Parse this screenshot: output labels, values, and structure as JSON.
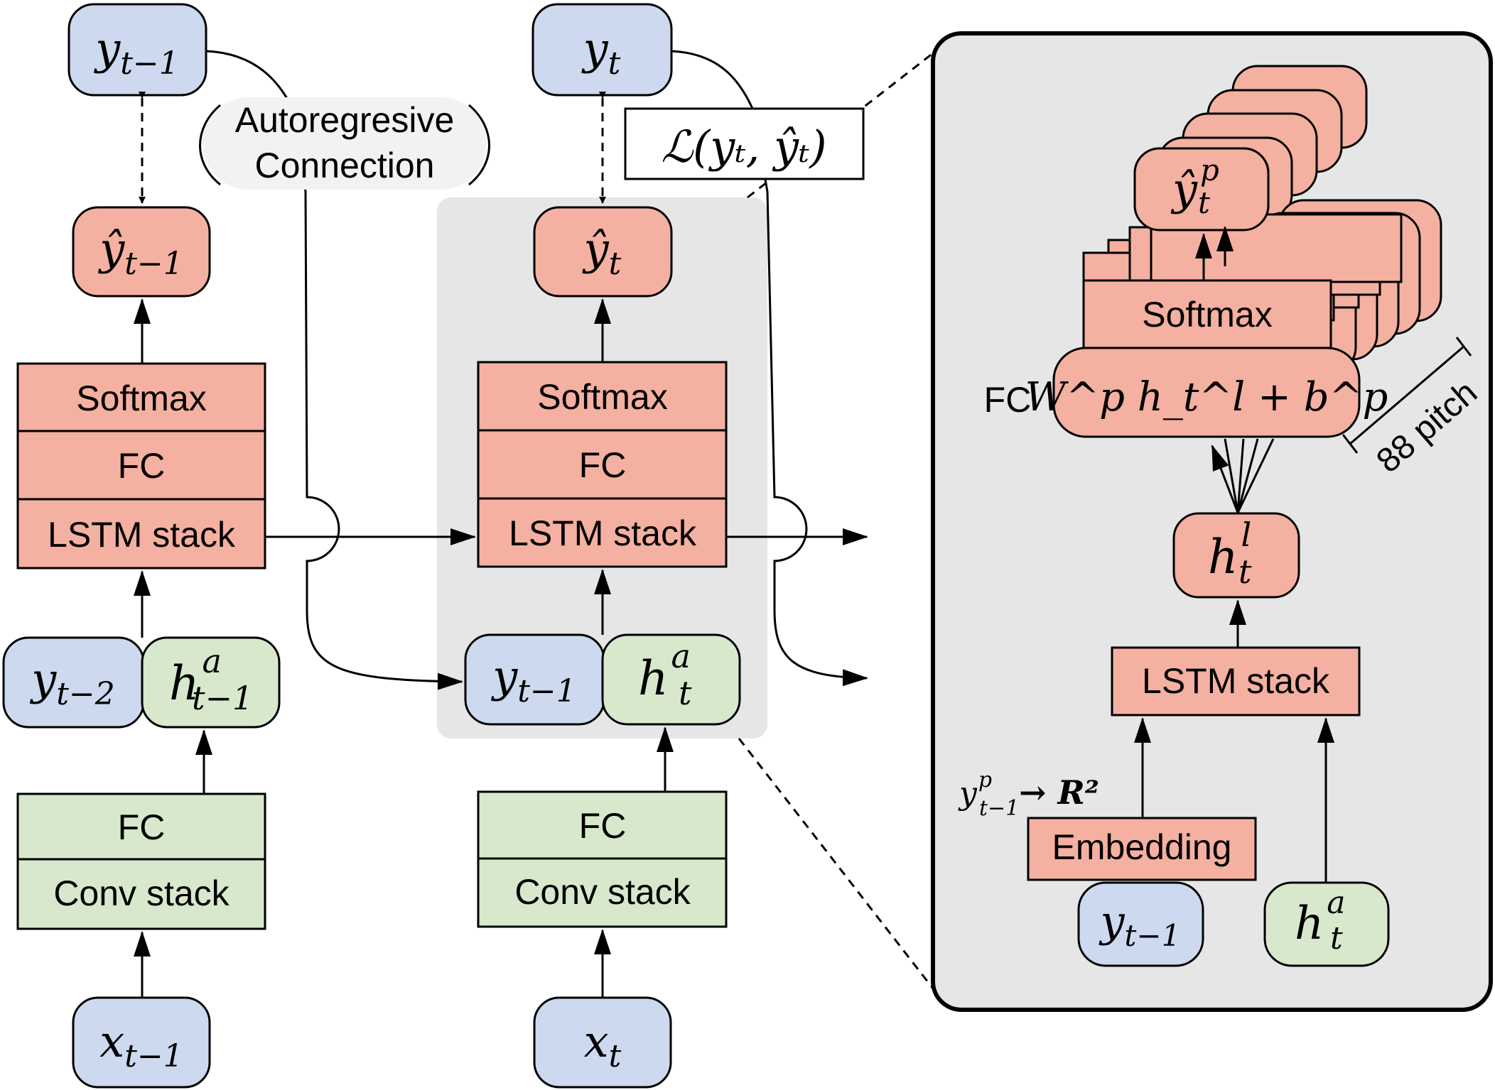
{
  "labels": {
    "autoregressive": [
      "Autoregresive",
      "Connection"
    ],
    "softmax": "Softmax",
    "fc": "FC",
    "lstm": "LSTM stack",
    "conv": "Conv stack",
    "embedding": "Embedding",
    "pitch": "88 pitch",
    "loss": "ℒ(yₜ, ŷₜ)",
    "fc_formula": "W^p h_t^l + b^p",
    "embed_map": "→ R²"
  },
  "math": {
    "y_prev": "y",
    "y_prev_sub": "t−1",
    "y_t": "y",
    "y_t_sub": "t",
    "yhat_prev": "ŷ",
    "yhat_prev_sub": "t−1",
    "yhat_t": "ŷ",
    "yhat_t_sub": "t",
    "y_prev2": "y",
    "y_prev2_sub": "t−2",
    "h_a_prev": "h",
    "h_a_prev_sup": "a",
    "h_a_prev_sub": "t−1",
    "h_a": "h",
    "h_a_sup": "a",
    "h_a_sub": "t",
    "x_prev": "x",
    "x_prev_sub": "t−1",
    "x_t": "x",
    "x_t_sub": "t",
    "yhat_p": "ŷ",
    "yhat_p_sup": "p",
    "yhat_p_sub": "t",
    "h_l": "h",
    "h_l_sup": "l",
    "h_l_sub": "t",
    "y_p_prev": "y",
    "y_p_prev_sup": "p",
    "y_p_prev_sub": "t−1"
  },
  "colors": {
    "blue": "#ccd9ef",
    "red": "#f4b0a0",
    "green": "#d7e8cd",
    "panel": "#e6e6e6",
    "bubble": "#f0f3f2"
  }
}
